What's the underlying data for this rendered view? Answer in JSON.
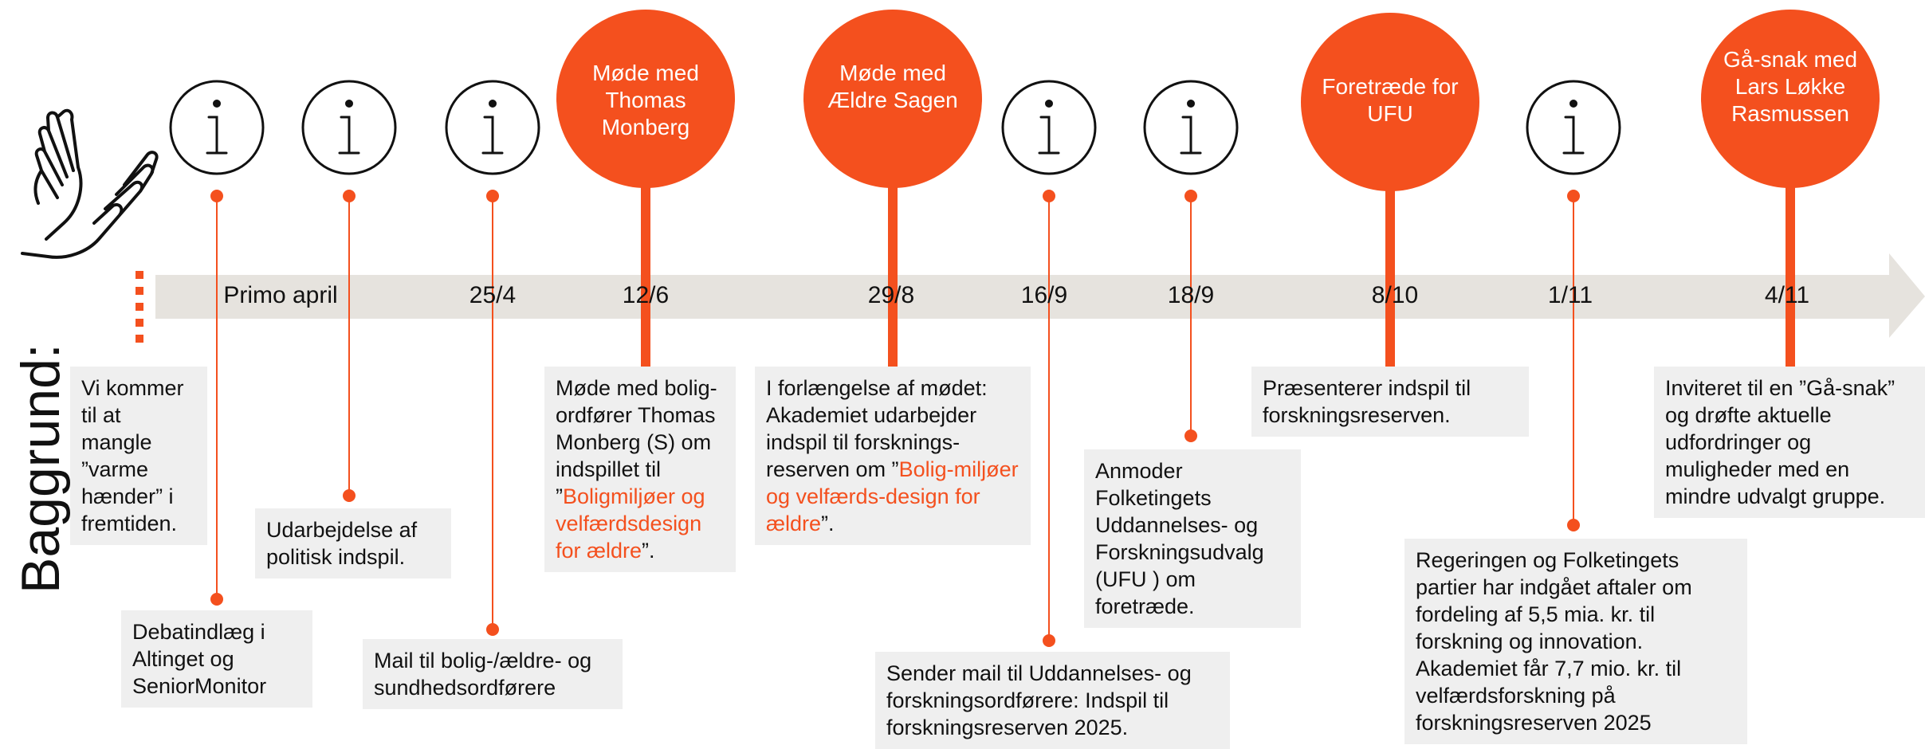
{
  "title": "Baggrund:",
  "colors": {
    "accent": "#f4501e",
    "arrow": "#e6e3de",
    "box": "#efefef"
  },
  "icons": {
    "hands": "sign-language-hands-icon",
    "info": "info-icon"
  },
  "events": [
    {
      "id": "primo-april",
      "date": "Primo april",
      "marker": "info"
    },
    {
      "id": "25-4",
      "date": "25/4",
      "marker": "info"
    },
    {
      "id": "12-6",
      "date": "12/6",
      "marker": "circle",
      "circle_text": "Møde med Thomas Monberg"
    },
    {
      "id": "29-8",
      "date": "29/8",
      "marker": "circle",
      "circle_text": "Møde med Ældre Sagen"
    },
    {
      "id": "16-9",
      "date": "16/9",
      "marker": "info"
    },
    {
      "id": "18-9",
      "date": "18/9",
      "marker": "info"
    },
    {
      "id": "8-10",
      "date": "8/10",
      "marker": "circle",
      "circle_text": "Foretræde for UFU"
    },
    {
      "id": "1-11",
      "date": "1/11",
      "marker": "info"
    },
    {
      "id": "4-11",
      "date": "4/11",
      "marker": "circle",
      "circle_text": "Gå-snak med Lars Løkke Rasmussen"
    }
  ],
  "notes": {
    "baggrund": "Vi kommer til at mangle ”varme hænder” i fremtiden.",
    "debatindlaeg": "Debatindlæg i Altinget og SeniorMonitor",
    "udarbejdelse": "Udarbejdelse af politisk indspil.",
    "mail_25_4": "Mail til bolig-/ældre- og sundhedsordførere",
    "moede_12_6": {
      "pre": "Møde med bolig-ordfører Thomas Monberg (S) om indspillet til ”",
      "highlight": "Boligmiljøer og velfærdsdesign for ældre",
      "post": "”."
    },
    "moede_29_8": {
      "pre": "I forlængelse af mødet: Akademiet udarbejder indspil til forsknings-reserven om ”",
      "highlight": "Bolig-miljøer og velfærds-design for ældre",
      "post": "”."
    },
    "mail_16_9": "Sender mail til Uddannelses- og forskningsordførere: Indspil til forskningsreserven 2025.",
    "anmoder_18_9": "Anmoder Folketingets Uddannelses- og Forskningsudvalg (UFU ) om foretræde.",
    "praesenterer_8_10": "Præsenterer indspil til forskningsreserven.",
    "regeringen_1_11": "Regeringen og Folketingets partier har indgået aftaler om fordeling af 5,5 mia. kr. til forskning og innovation. Akademiet får 7,7 mio. kr. til velfærdsforskning på forskningsreserven 2025",
    "inviteret_4_11": "Inviteret til en ”Gå-snak” og drøfte aktuelle udfordringer og muligheder med en mindre udvalgt gruppe."
  }
}
